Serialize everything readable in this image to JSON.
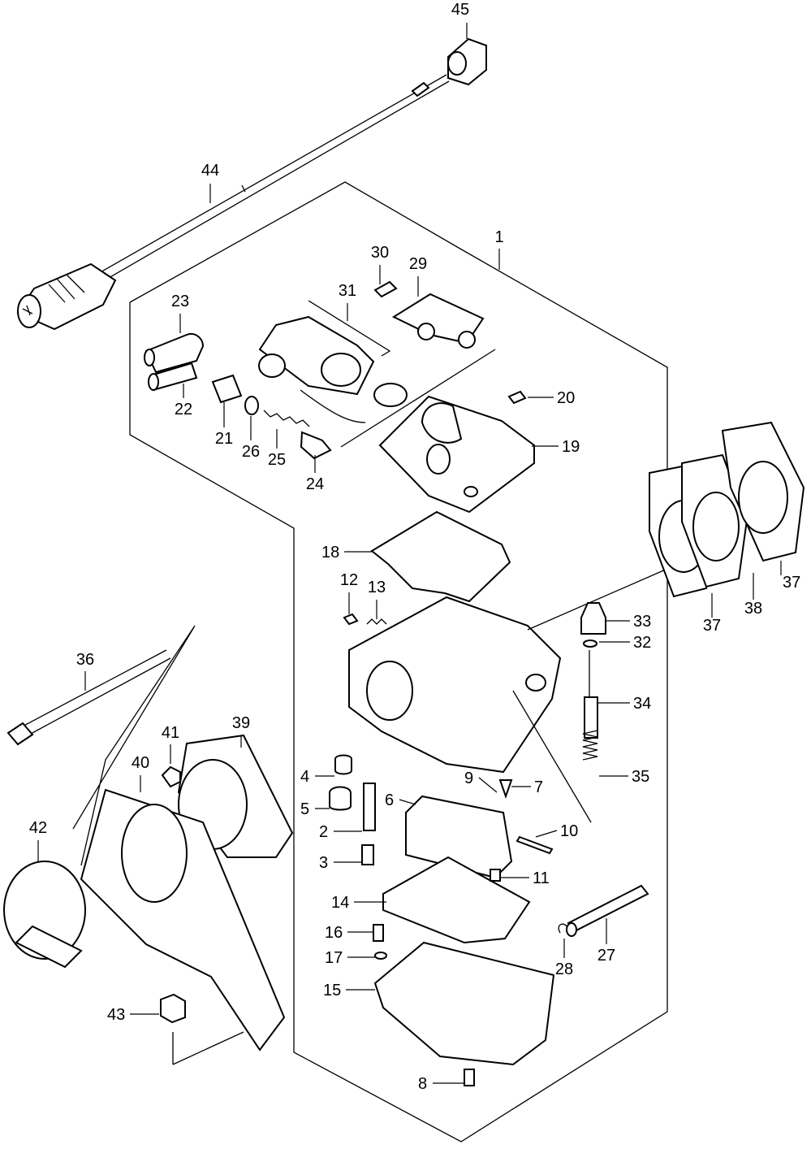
{
  "diagram": {
    "callouts": [
      "1",
      "2",
      "3",
      "4",
      "5",
      "6",
      "7",
      "8",
      "9",
      "10",
      "11",
      "12",
      "13",
      "14",
      "15",
      "16",
      "17",
      "18",
      "19",
      "20",
      "21",
      "22",
      "23",
      "24",
      "25",
      "26",
      "27",
      "28",
      "29",
      "30",
      "31",
      "32",
      "33",
      "34",
      "35",
      "36",
      "37",
      "37",
      "38",
      "39",
      "40",
      "41",
      "42",
      "43",
      "44",
      "45"
    ],
    "part_ids": [
      "carburetor-assembly",
      "jet",
      "screw",
      "cap",
      "cap",
      "float",
      "needle-valve",
      "screw",
      "clip",
      "pin",
      "screw",
      "screw",
      "spring",
      "gasket",
      "float-chamber",
      "plug",
      "o-ring",
      "gasket",
      "cover",
      "screw",
      "joint",
      "hose",
      "elbow",
      "plunger",
      "spring",
      "o-ring",
      "pin",
      "clip",
      "bracket",
      "screw",
      "solenoid",
      "clip",
      "boot",
      "needle",
      "spring",
      "bolt",
      "gasket",
      "gasket",
      "spacer",
      "insulator",
      "bushing",
      "bracket",
      "silencer",
      "bolt",
      "cable",
      "nut"
    ]
  }
}
